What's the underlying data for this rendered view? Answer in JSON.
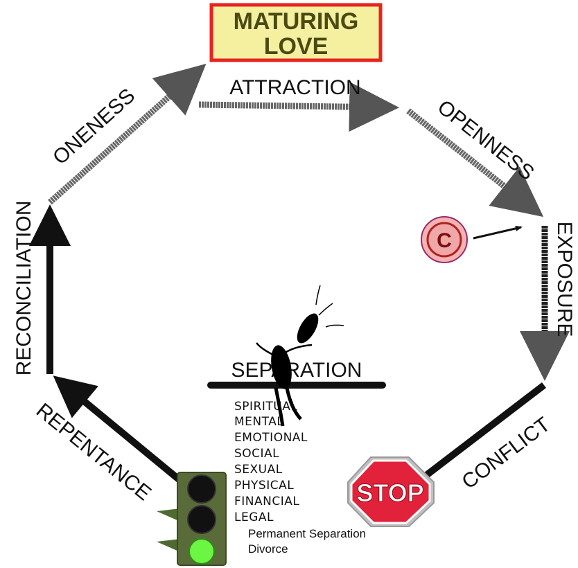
{
  "title": {
    "line1": "MATURING",
    "line2": "LOVE"
  },
  "stages": {
    "attraction": "ATTRACTION",
    "openness": "OPENNESS",
    "exposure": "EXPOSURE",
    "conflict": "CONFLICT",
    "separation": "SEPARATION",
    "repentance": "REPENTANCE",
    "reconciliation": "RECONCILIATION",
    "oneness": "ONENESS"
  },
  "separation_types": [
    "SPIRITUAL",
    "MENTAL",
    "EMOTIONAL",
    "SOCIAL",
    "SEXUAL",
    "PHYSICAL",
    "FINANCIAL",
    "LEGAL"
  ],
  "separation_extremes": [
    "Permanent Separation",
    "Divorce"
  ],
  "stop_sign": {
    "text": "STOP"
  },
  "conflict_marker": {
    "text": "C"
  },
  "colors": {
    "title_fill": "#f5f0a0",
    "title_border": "#e8231f",
    "title_text": "#4a4a12",
    "stop_red": "#e2223a",
    "light_green": "#6cf542",
    "light_housing": "#5a6b3a",
    "marker_fill": "#f3b3b3",
    "marker_ring": "#b02020"
  },
  "icons": [
    "octagon-cycle-arrows",
    "stop-sign-icon",
    "traffic-light-icon",
    "falling-figure-icon",
    "c-marker-icon"
  ]
}
